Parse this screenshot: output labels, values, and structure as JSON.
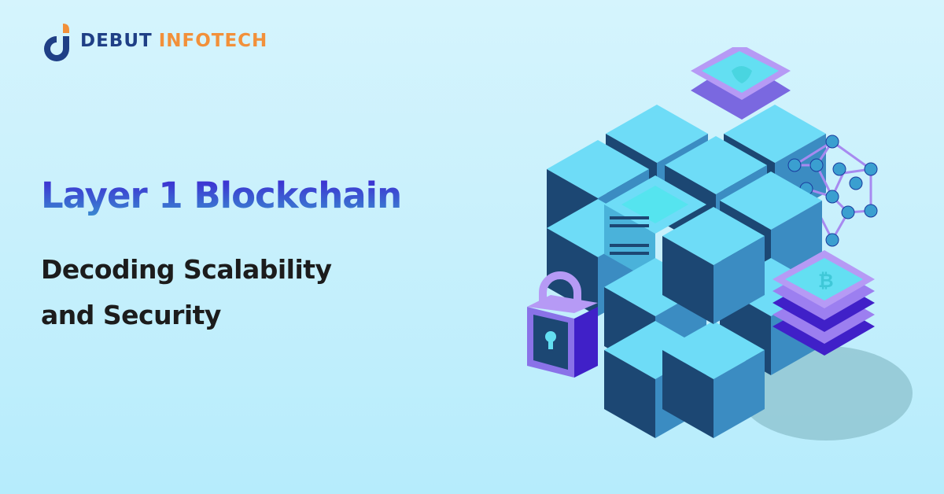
{
  "brand": {
    "name_part1": "DEBUT",
    "name_part2": "INFOTECH",
    "colors": {
      "primary": "#1f3f86",
      "accent": "#f2903a"
    }
  },
  "hero": {
    "title": "Layer 1 Blockchain",
    "subtitle_line1": "Decoding Scalability",
    "subtitle_line2": "and Security",
    "title_gradient": [
      "#3d22d3",
      "#3a8ad0"
    ]
  },
  "illustration": {
    "description": "isometric blockchain cube of blocks with server, lock, network nodes and coin stack",
    "elements": [
      "cube-blocks",
      "server-rack",
      "padlock",
      "network-nodes",
      "coin-stack",
      "shield-stack"
    ]
  },
  "background": {
    "top": "#d5f4fd",
    "bottom": "#b6ecfc"
  }
}
